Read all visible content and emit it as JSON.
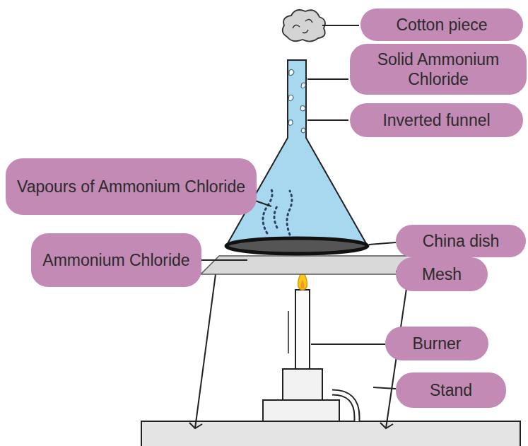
{
  "diagram": {
    "nodes": [
      {
        "text": [
          "Cotton piece"
        ]
      },
      {
        "text": [
          "Solid Ammonium Chloride"
        ]
      },
      {
        "text": [
          "Inverted funnel"
        ]
      },
      {
        "text": [
          "Vapours of Ammonium Chloride"
        ]
      },
      {
        "text": [
          "China dish"
        ]
      },
      {
        "text": [
          "Ammonium Chloride"
        ]
      },
      {
        "text": [
          "Mesh"
        ]
      },
      {
        "text": [
          "Burner"
        ]
      },
      {
        "text": [
          "Stand"
        ]
      }
    ]
  }
}
